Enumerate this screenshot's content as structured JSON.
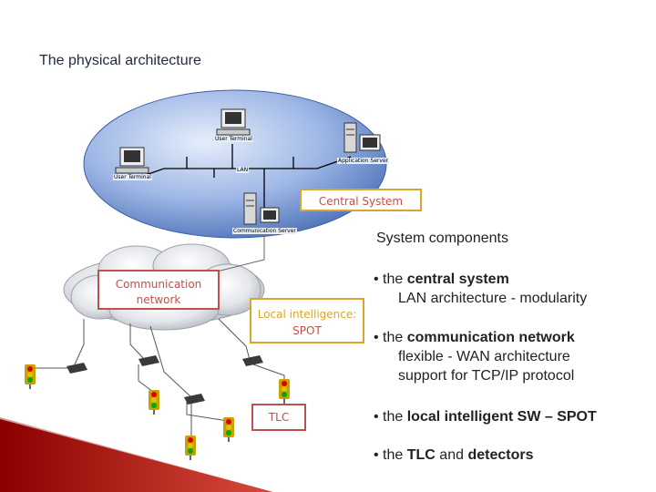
{
  "slide": {
    "title": "The physical architecture"
  },
  "diagram": {
    "nodes": {
      "user_terminal_1": "User Terminal",
      "user_terminal_2": "User Terminal",
      "application_server": "Application Server",
      "lan": "LAN",
      "communication_server": "Communication Server"
    },
    "labels": {
      "central_system": "Central System",
      "communication_network": [
        "Communication",
        "network"
      ],
      "local_intelligence": "Local intelligence:",
      "spot": "SPOT",
      "tlc": "TLC"
    }
  },
  "components": {
    "heading": "System components",
    "items": [
      {
        "prefix": "• the ",
        "bold": "central system",
        "suffix": "",
        "details": [
          "LAN architecture - modularity"
        ]
      },
      {
        "prefix": "• the ",
        "bold": "communication network",
        "suffix": "",
        "details": [
          "flexible - WAN architecture",
          "support for TCP/IP protocol"
        ]
      },
      {
        "prefix": "• the ",
        "bold": "local intelligent SW – SPOT",
        "suffix": "",
        "details": []
      },
      {
        "prefix": "• the ",
        "bold": "TLC",
        "suffix": " and ",
        "bold2": "detectors",
        "details": []
      }
    ]
  },
  "colors": {
    "ellipse": "#5b7fc0",
    "accent_red": "#c0504d",
    "accent_gold": "#d8a62a",
    "decor_red": "#b22222"
  }
}
